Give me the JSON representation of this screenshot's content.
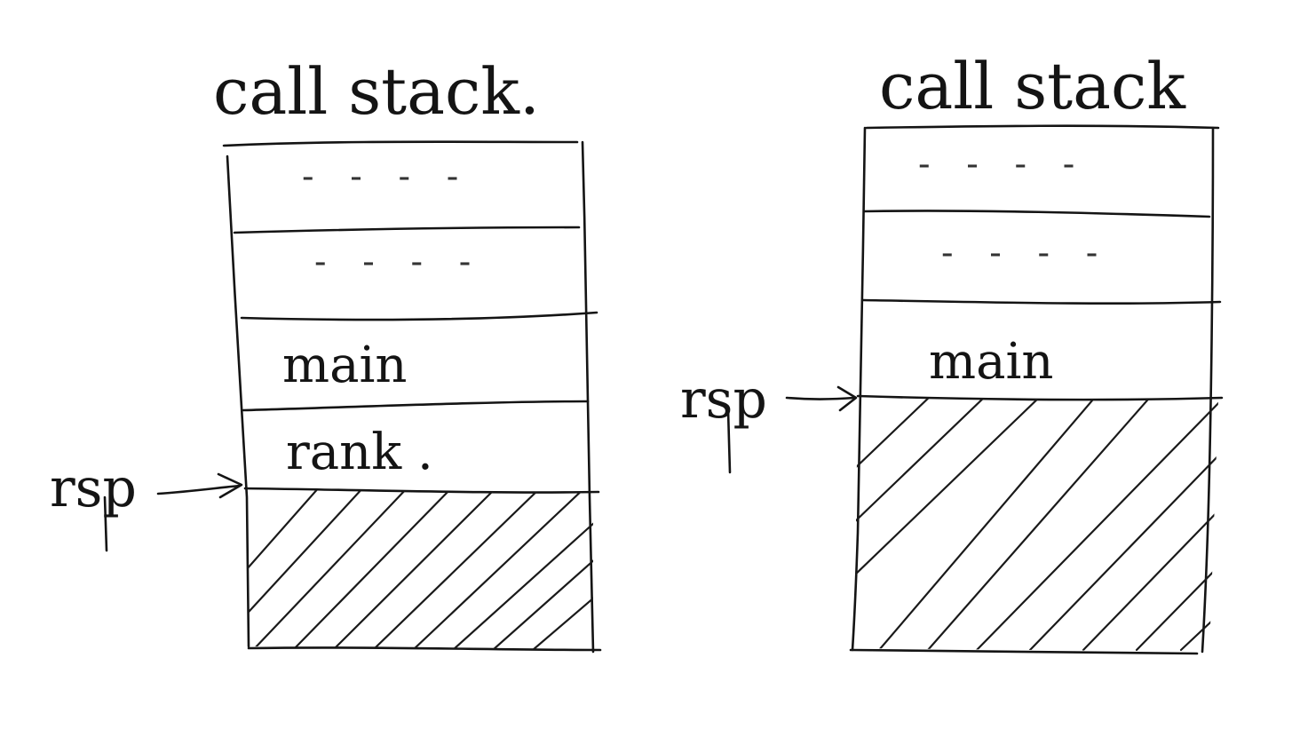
{
  "diagram": {
    "ink_color": "#141414",
    "hatch_color": "#1a1a1a",
    "stacks": [
      {
        "title": "call stack.",
        "frames": [
          {
            "label": "- - - -",
            "kind": "ellipsis"
          },
          {
            "label": "- - - -",
            "kind": "ellipsis"
          },
          {
            "label": "main",
            "kind": "frame"
          },
          {
            "label": "rank .",
            "kind": "frame"
          }
        ],
        "free_region": "hatched",
        "pointer": {
          "label": "rsp",
          "points_to": "below rank frame"
        }
      },
      {
        "title": "call stack",
        "frames": [
          {
            "label": "- - - -",
            "kind": "ellipsis"
          },
          {
            "label": "- - - -",
            "kind": "ellipsis"
          },
          {
            "label": "main",
            "kind": "frame"
          }
        ],
        "free_region": "hatched",
        "pointer": {
          "label": "rsp",
          "points_to": "below main frame"
        }
      }
    ]
  }
}
